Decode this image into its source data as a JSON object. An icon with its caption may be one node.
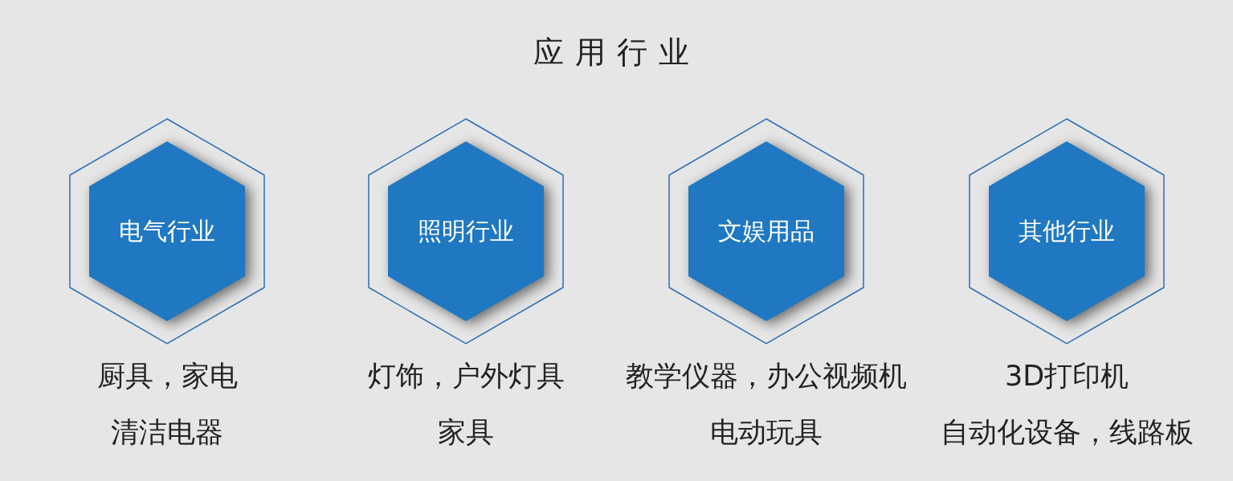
{
  "diagram": {
    "title": "应用行业",
    "nodes": [
      {
        "text": [
          "电气行业"
        ],
        "beside": [
          "厨具，家电",
          "清洁电器"
        ]
      },
      {
        "text": [
          "照明行业"
        ],
        "beside": [
          "灯饰，户外灯具",
          "家具"
        ]
      },
      {
        "text": [
          "文娱用品"
        ],
        "beside": [
          "教学仪器，办公视频机",
          "电动玩具"
        ]
      },
      {
        "text": [
          "其他行业"
        ],
        "beside": [
          "3D打印机",
          "自动化设备，线路板"
        ]
      }
    ],
    "edges": []
  }
}
